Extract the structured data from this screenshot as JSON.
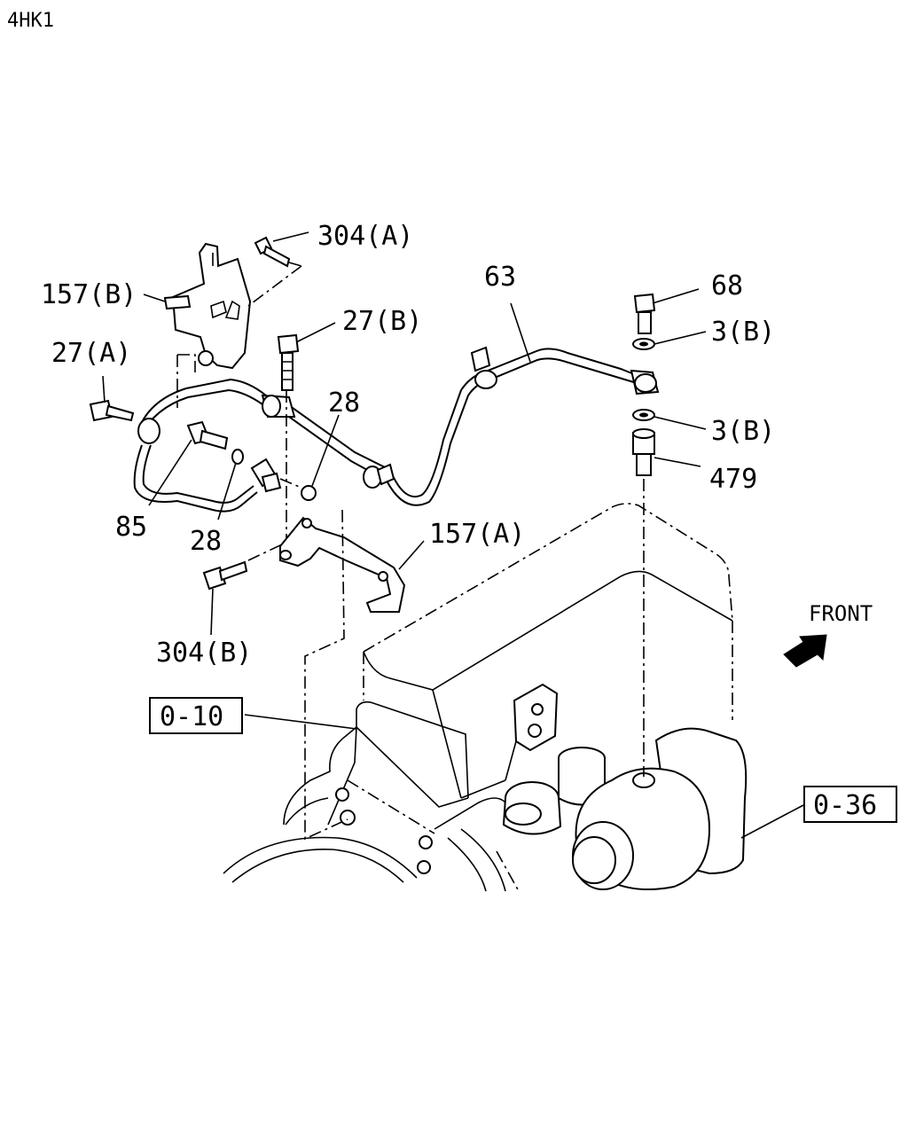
{
  "header": {
    "model": "4HK1"
  },
  "front_indicator": {
    "label": "FRONT"
  },
  "callouts": [
    {
      "id": "c-304a",
      "label": "304(A)"
    },
    {
      "id": "c-157b",
      "label": "157(B)"
    },
    {
      "id": "c-27b",
      "label": "27(B)"
    },
    {
      "id": "c-27a",
      "label": "27(A)"
    },
    {
      "id": "c-63",
      "label": "63"
    },
    {
      "id": "c-68",
      "label": "68"
    },
    {
      "id": "c-3b-top",
      "label": "3(B)"
    },
    {
      "id": "c-3b-bot",
      "label": "3(B)"
    },
    {
      "id": "c-479",
      "label": "479"
    },
    {
      "id": "c-28-top",
      "label": "28"
    },
    {
      "id": "c-85",
      "label": "85"
    },
    {
      "id": "c-28-bot",
      "label": "28"
    },
    {
      "id": "c-157a",
      "label": "157(A)"
    },
    {
      "id": "c-304b",
      "label": "304(B)"
    }
  ],
  "references": [
    {
      "id": "ref-0-10",
      "label": "0-10"
    },
    {
      "id": "ref-0-36",
      "label": "0-36"
    }
  ]
}
